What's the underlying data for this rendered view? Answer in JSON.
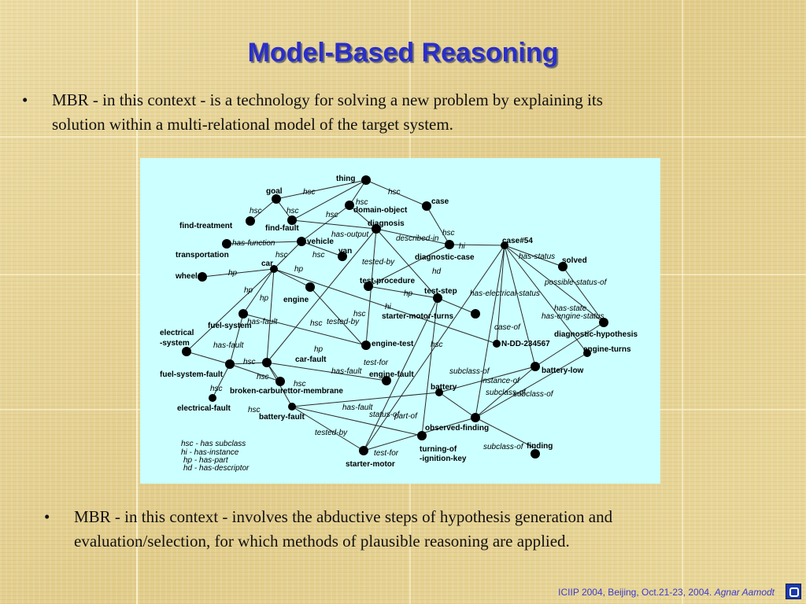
{
  "slide": {
    "title": "Model-Based Reasoning",
    "bullets": [
      {
        "marker": "•",
        "lines": [
          "MBR - in this context - is a technology for solving a new problem by explaining its",
          "solution within a multi-relational model of the target system."
        ]
      },
      {
        "marker": "•",
        "lines": [
          "MBR - in this context - involves the abductive steps of hypothesis generation and",
          "evaluation/selection, for which methods of plausible reasoning are applied."
        ]
      }
    ],
    "footer": {
      "event": "ICIIP 2004, Beijing, Oct.21-23, 2004.",
      "author": "Agnar Aamodt"
    },
    "nav_icon": "slide-navigation-icon"
  },
  "graph": {
    "nodes": {
      "thing": "thing",
      "goal": "goal",
      "case": "case",
      "domain_object": "domain-object",
      "diagnosis": "diagnosis",
      "find_treatment": "find-treatment",
      "find_fault": "find-fault",
      "vehicle": "vehicle",
      "van": "van",
      "transportation": "transportation",
      "case54": "case#54",
      "diagnostic_case": "diagnostic-case",
      "solved": "solved",
      "car": "car",
      "wheel": "wheel",
      "engine": "engine",
      "test_procedure": "test-procedure",
      "test_step": "test-step",
      "starter_motor_turns": "starter-motor-turns",
      "fuel_system": "fuel-system",
      "electrical_system_1": "electrical",
      "electrical_system_2": "-system",
      "diagnostic_hypothesis": "diagnostic-hypothesis",
      "engine_test": "engine-test",
      "n_dd": "N-DD-234567",
      "engine_turns": "engine-turns",
      "car_fault": "car-fault",
      "fuel_system_fault": "fuel-system-fault",
      "engine_fault": "engine-fault",
      "battery_low": "battery-low",
      "battery": "battery",
      "broken_carb": "broken-carburettor-membrane",
      "electrical_fault": "electrical-fault",
      "battery_fault": "battery-fault",
      "observed_finding": "observed-finding",
      "finding": "finding",
      "turning_of_1": "turning-of",
      "turning_of_2": "-ignition-key",
      "starter_motor": "starter-motor"
    },
    "edge_labels": {
      "hsc": "hsc",
      "hi": "hi",
      "hp": "hp",
      "hd": "hd",
      "has_output": "has-output",
      "described_in": "described-in",
      "has_function": "has-function",
      "tested_by": "tested-by",
      "has_status": "has-status",
      "possible_status_of": "possible-status-of",
      "has_electrical_status": "has-electrical-status",
      "has_state": "has-state",
      "has_engine_status": "has-engine-status",
      "has_fault": "has-fault",
      "case_of": "case-of",
      "test_for": "test-for",
      "subclass_of": "subclass-of",
      "instance_of": "instance-of",
      "status_of": "status-of",
      "part_of": "part-of"
    },
    "legend": [
      "hsc - has subclass",
      " hi   - has-instance",
      "hp  - has-part",
      "hd  - has-descriptor"
    ],
    "colors": {
      "panel": "#ccffff",
      "edge": "#2a2a2a",
      "node": "#000000",
      "title": "#2a2ec8",
      "footer": "#3a3ad0"
    }
  }
}
